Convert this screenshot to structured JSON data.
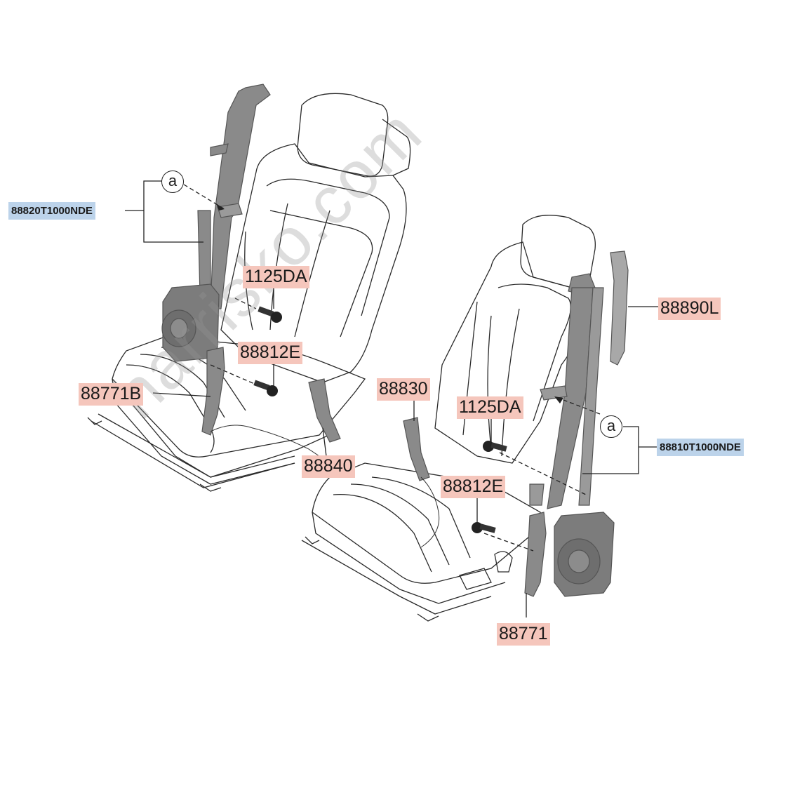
{
  "watermark": "harrisko.com",
  "reference_marker": "a",
  "assemblies": {
    "left_belt": "88820T1000NDE",
    "right_belt": "88810T1000NDE"
  },
  "parts": {
    "bolt_upper_left": "1125DA",
    "bolt_lower_left": "88812E",
    "buckle_anchor_left": "88771B",
    "buckle_left": "88840",
    "buckle_right": "88830",
    "bolt_upper_right": "1125DA",
    "bolt_lower_right": "88812E",
    "buckle_anchor_right": "88771",
    "height_adjuster": "88890L"
  },
  "colors": {
    "part_label_bg": "#f5c6bc",
    "assembly_label_bg": "#bcd3ea",
    "belt_gray": "#8a8a8a",
    "line_color": "#222222"
  }
}
